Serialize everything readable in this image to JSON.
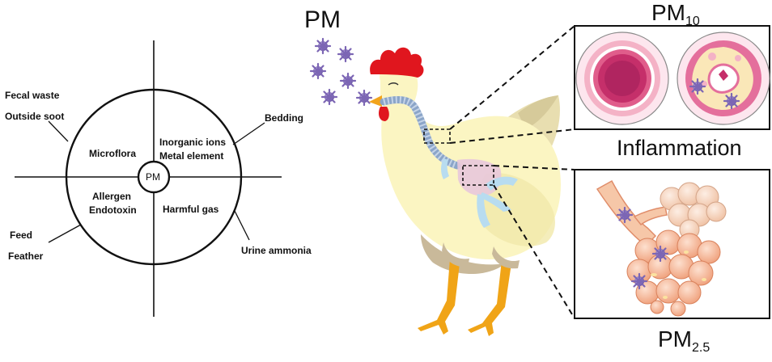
{
  "source_diagram": {
    "center_label": "PM",
    "outer_labels": {
      "fecal_waste": "Fecal waste",
      "outside_soot": "Outside soot",
      "bedding": "Bedding",
      "feed": "Feed",
      "feather": "Feather",
      "urine_ammonia": "Urine ammonia"
    },
    "quadrants": {
      "top_left": "Microflora",
      "top_right_line1": "Inorganic ions",
      "top_right_line2": "Metal element",
      "bottom_left_line1": "Allergen",
      "bottom_left_line2": "Endotoxin",
      "bottom_right": "Harmful gas"
    }
  },
  "effects": {
    "pm_label": "PM",
    "pm10_base": "PM",
    "pm10_sub": "10",
    "inflammation": "Inflammation",
    "pm25_base": "PM",
    "pm25_sub": "2.5"
  },
  "colors": {
    "chicken_body": "#fbf5c2",
    "comb": "#e0161e",
    "beak": "#f2a31b",
    "legs": "#f0a417",
    "trachea": "#8ba5c8",
    "particle": "#8e7ac0",
    "bronchus_ring": "#e46f9c",
    "alveoli": "#f3a07c"
  }
}
